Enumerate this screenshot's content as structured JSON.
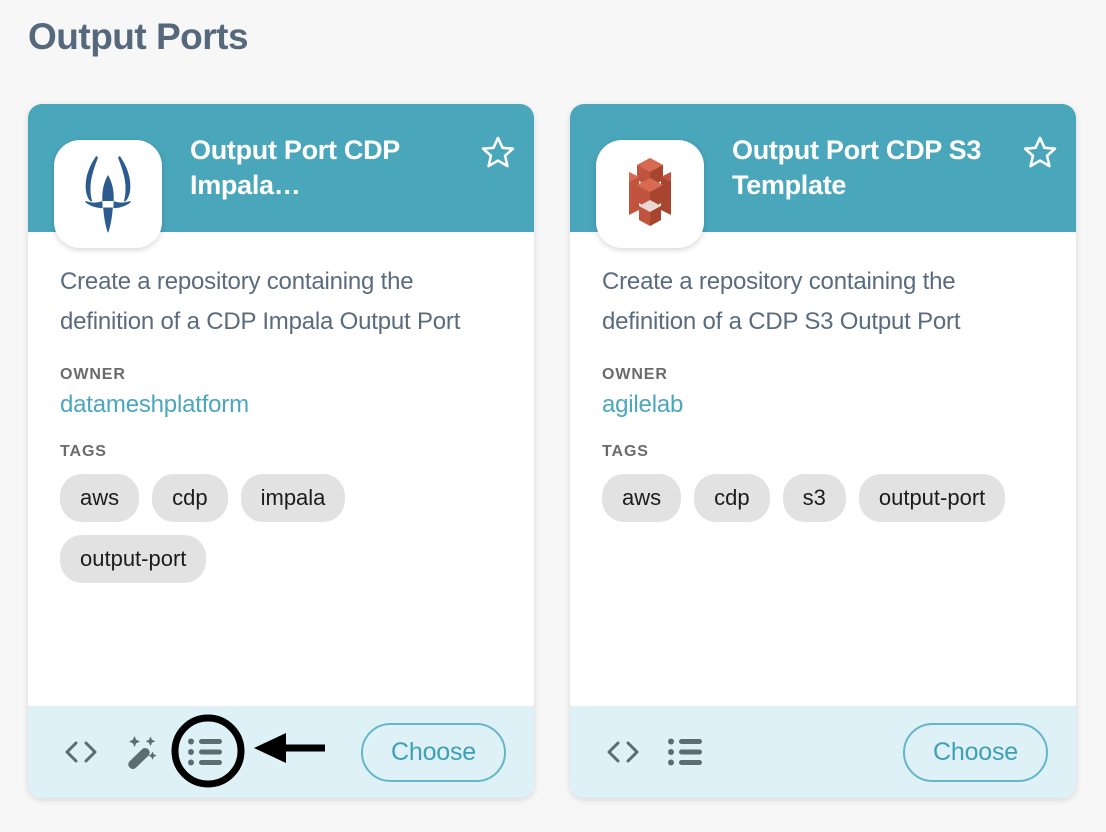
{
  "page": {
    "title": "Output Ports",
    "background_color": "#f7f7f7",
    "title_color": "#56687c"
  },
  "theme": {
    "header_teal": "#49a6bb",
    "footer_cyan": "#ddf1f7",
    "link_teal": "#4aa7bd",
    "button_border": "#66b6c8",
    "button_text": "#3f9fb6",
    "tag_background": "#e2e2e2",
    "description_text": "#5a6b7e",
    "label_text": "#6b6b6b",
    "annotation_color": "#000000"
  },
  "labels": {
    "owner": "OWNER",
    "tags": "TAGS",
    "choose": "Choose"
  },
  "cards": [
    {
      "title": "Output Port CDP Impala…",
      "logo": "apache-impala-logo",
      "description": "Create a repository containing the definition of a CDP Impala Output Port",
      "owner": "datameshplatform",
      "tags": [
        "aws",
        "cdp",
        "impala",
        "output-port"
      ],
      "favorite": false,
      "favorite_icon": "star-outline-icon",
      "footer_icons": [
        "code-brackets-icon",
        "magic-wand-icon",
        "list-icon"
      ],
      "choose_label": "Choose",
      "annotated": true,
      "annotation": {
        "circled_icon": "list-icon",
        "arrow": "left-pointing-arrow"
      }
    },
    {
      "title": "Output Port CDP S3 Template",
      "logo": "aws-s3-logo",
      "description": "Create a repository containing the definition of a CDP S3 Output Port",
      "owner": "agilelab",
      "tags": [
        "aws",
        "cdp",
        "s3",
        "output-port"
      ],
      "favorite": false,
      "favorite_icon": "star-outline-icon",
      "footer_icons": [
        "code-brackets-icon",
        "list-icon"
      ],
      "choose_label": "Choose",
      "annotated": false
    }
  ]
}
